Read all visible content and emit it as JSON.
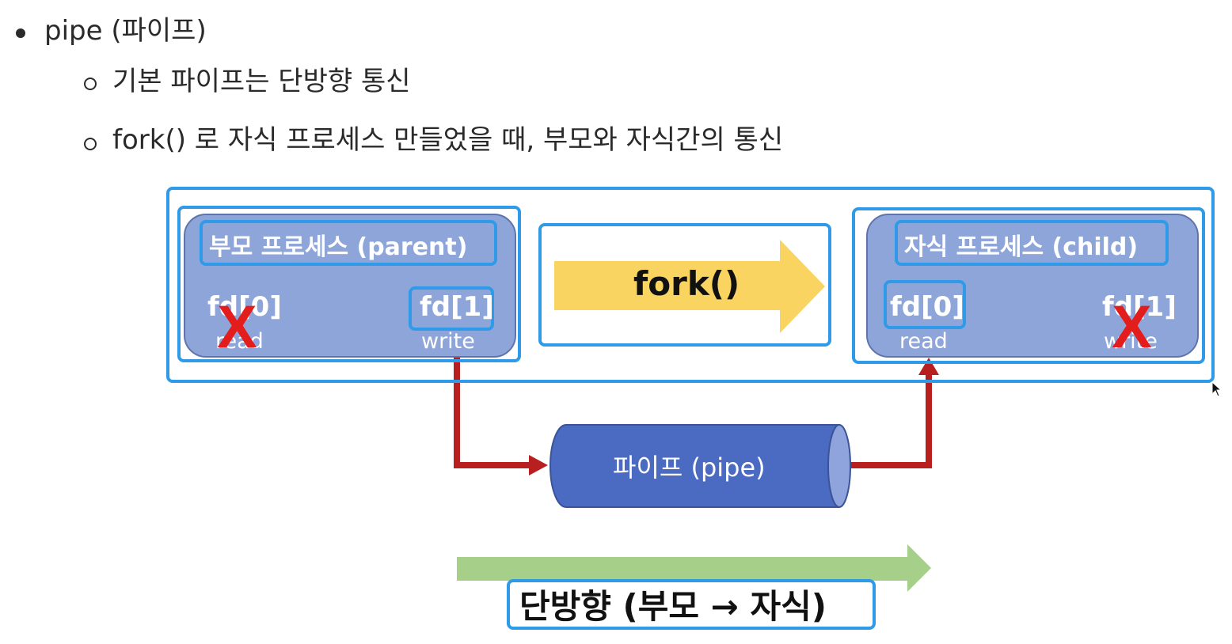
{
  "bullets": {
    "main": "pipe (파이프)",
    "sub": [
      "기본 파이프는 단방향 통신",
      "fork() 로 자식 프로세스 만들었을 때, 부모와 자식간의 통신"
    ]
  },
  "diagram": {
    "parent": {
      "title": "부모 프로세스 (parent)",
      "fd0": "fd[0]",
      "fd0_sub": "read",
      "fd1": "fd[1]",
      "fd1_sub": "write",
      "closed_mark": "X"
    },
    "fork_label": "fork()",
    "child": {
      "title": "자식 프로세스 (child)",
      "fd0": "fd[0]",
      "fd0_sub": "read",
      "fd1": "fd[1]",
      "fd1_sub": "write",
      "closed_mark": "X"
    },
    "pipe_label": "파이프 (pipe)",
    "direction_label": "단방향 (부모 → 자식)"
  },
  "colors": {
    "highlight": "#2f9be8",
    "process_fill": "#8ea5da",
    "fork_arrow": "#f9d461",
    "pipe_fill": "#4a6bc1",
    "flow_line": "#b82020",
    "direction_arrow": "#a6d08a",
    "closed_mark": "#e31c1c"
  }
}
